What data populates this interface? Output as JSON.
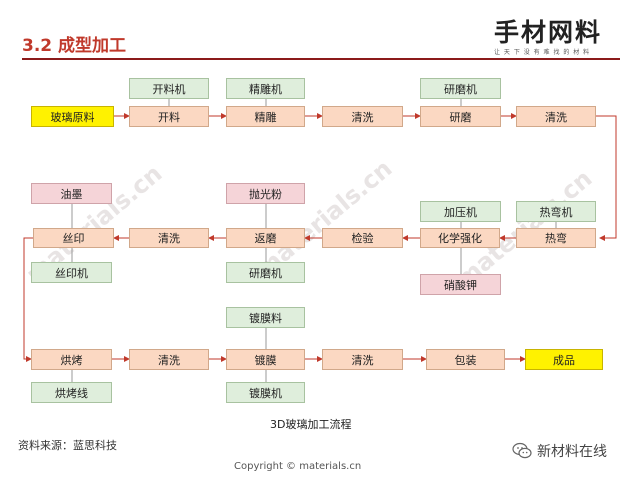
{
  "header": {
    "title": "3.2  成型加工",
    "logo_main": "手材网料",
    "logo_sub": "让 天 下 没 有 难 找 的 材 料"
  },
  "watermark": "materials.cn",
  "flow": {
    "row1": [
      "玻璃原料",
      "开料",
      "精雕",
      "清洗",
      "研磨",
      "清洗"
    ],
    "row1_equipment": [
      "开料机",
      "精雕机",
      "研磨机"
    ],
    "row2": [
      "丝印",
      "清洗",
      "返磨",
      "检验",
      "化学强化",
      "热弯"
    ],
    "row2_above": [
      "油墨",
      "抛光粉",
      "加压机",
      "热弯机"
    ],
    "row2_below": [
      "丝印机",
      "研磨机",
      "硝酸钾"
    ],
    "coating_material": "镀膜料",
    "row3": [
      "烘烤",
      "清洗",
      "镀膜",
      "清洗",
      "包装",
      "成品"
    ],
    "row3_equipment": [
      "烘烤线",
      "镀膜机"
    ]
  },
  "caption": "3D玻璃加工流程",
  "source": "资料来源：蓝思科技",
  "wechat": "新材料在线",
  "copyright": "Copyright © materials.cn",
  "colors": {
    "title": "#c0392b",
    "process_fill": "#fbd8c2",
    "equipment_fill": "#dfeedc",
    "material_fill": "#f5d4d8",
    "highlight_fill": "#fff200",
    "arrow": "#c0392b"
  }
}
